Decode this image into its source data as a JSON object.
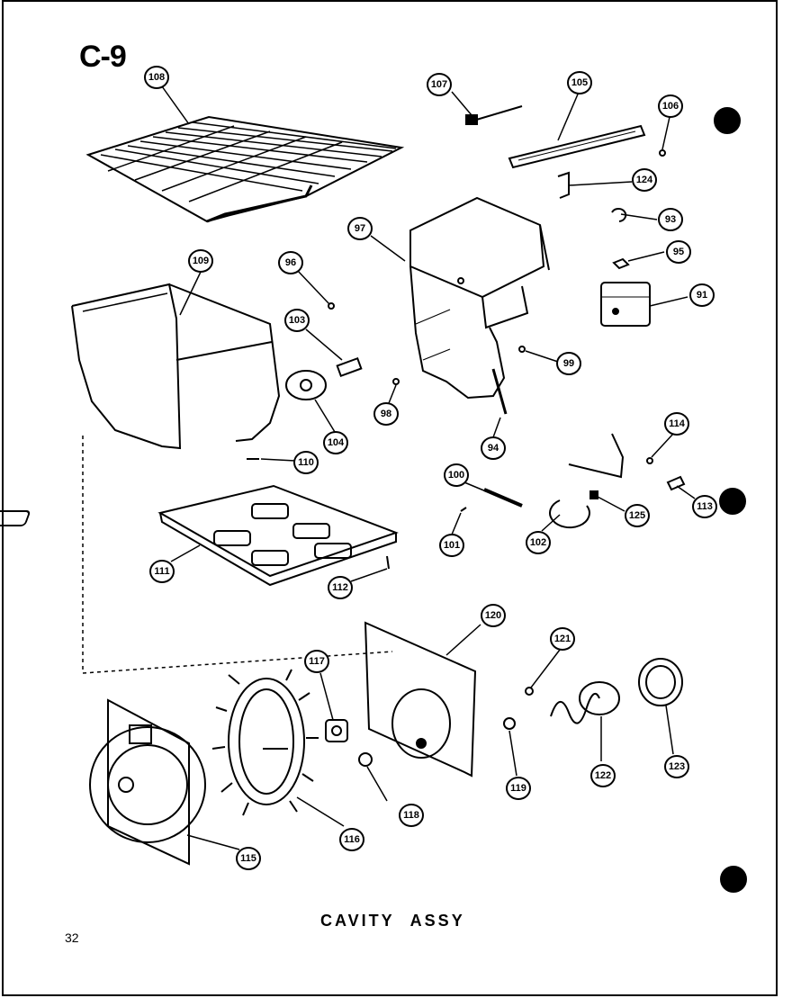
{
  "header": {
    "section_code": "C-9"
  },
  "footer": {
    "caption": "CAVITY ASSY",
    "page_number": "32"
  },
  "callouts": {
    "p91": "91",
    "p93": "93",
    "p94": "94",
    "p95": "95",
    "p96": "96",
    "p97": "97",
    "p98": "98",
    "p99": "99",
    "p100": "100",
    "p101": "101",
    "p102": "102",
    "p103": "103",
    "p104": "104",
    "p105": "105",
    "p106": "106",
    "p107": "107",
    "p108": "108",
    "p109": "109",
    "p110": "110",
    "p111": "111",
    "p112": "112",
    "p113": "113",
    "p114": "114",
    "p115": "115",
    "p116": "116",
    "p117": "117",
    "p118": "118",
    "p119": "119",
    "p120": "120",
    "p121": "121",
    "p122": "122",
    "p123": "123",
    "p124": "124",
    "p125": "125"
  }
}
